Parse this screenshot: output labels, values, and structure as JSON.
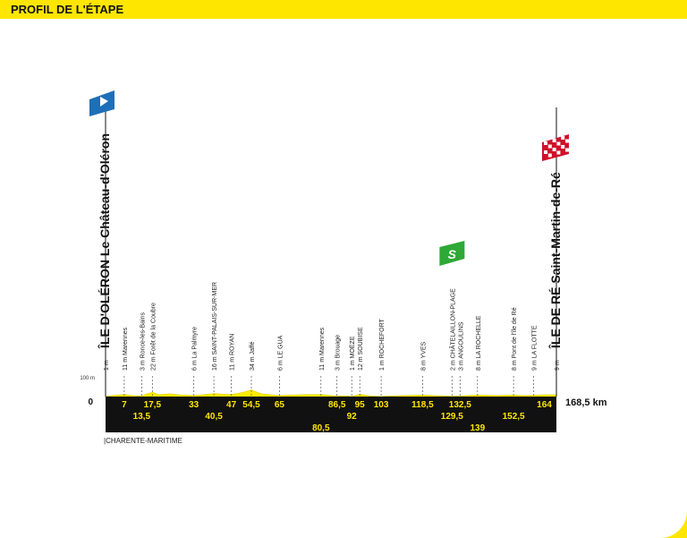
{
  "header": {
    "title": "PROFIL DE L'ÉTAPE"
  },
  "colors": {
    "accent_yellow": "#ffe600",
    "profile_fill": "#ffee00",
    "band": "#111111",
    "start_flag": "#1d6fb8",
    "sprint_flag": "#2ea836",
    "finish_flag": "#d0102a",
    "text": "#111111"
  },
  "chart_data": {
    "type": "area",
    "title": "",
    "xlabel": "",
    "ylabel": "",
    "xlim": [
      0,
      168.5
    ],
    "ylim": [
      0,
      100
    ],
    "y_tick_labels": [
      "0",
      "100 m"
    ],
    "distance_label": "168,5 km",
    "region_label": "|CHARENTE-MARITIME",
    "series": [
      {
        "x": [
          0,
          3,
          7,
          10,
          13.5,
          15,
          17.5,
          20,
          24,
          28,
          33,
          37,
          40.5,
          44,
          47,
          51,
          54.5,
          58,
          62,
          65,
          70,
          75,
          80.5,
          84,
          86.5,
          90,
          92,
          95,
          99,
          103,
          108,
          113,
          118.5,
          123,
          126,
          129.5,
          132.5,
          136,
          139,
          143,
          147,
          152.5,
          156,
          160,
          164,
          168.5
        ],
        "y": [
          1,
          6,
          11,
          5,
          3,
          12,
          22,
          10,
          14,
          8,
          6,
          10,
          16,
          12,
          11,
          20,
          34,
          15,
          9,
          6,
          8,
          10,
          11,
          6,
          3,
          4,
          1,
          12,
          3,
          1,
          4,
          6,
          8,
          5,
          4,
          2,
          3,
          6,
          8,
          7,
          6,
          8,
          5,
          7,
          9,
          9
        ]
      }
    ],
    "places": [
      {
        "km": 0,
        "label": "1 m",
        "name": "ÎLE D'OLÉRON",
        "name2": "Le Château-d'Oléron",
        "type": "start"
      },
      {
        "km": 7,
        "label": "11 m Marennes"
      },
      {
        "km": 13.5,
        "label": "3 m Ronce-les-Bains"
      },
      {
        "km": 17.5,
        "label": "22 m Forêt de la Coubre"
      },
      {
        "km": 33,
        "label": "6 m La Palmyre"
      },
      {
        "km": 40.5,
        "label": "16 m SAINT-PALAIS-SUR-MER"
      },
      {
        "km": 47,
        "label": "11 m ROYAN"
      },
      {
        "km": 54.5,
        "label": "34 m Jaffé"
      },
      {
        "km": 65,
        "label": "6 m LE GUA"
      },
      {
        "km": 80.5,
        "label": "11 m Marennes"
      },
      {
        "km": 86.5,
        "label": "3 m Brouage"
      },
      {
        "km": 92,
        "label": "1 m MOËZE"
      },
      {
        "km": 95,
        "label": "12 m SOUBISE"
      },
      {
        "km": 103,
        "label": "1 m ROCHEFORT"
      },
      {
        "km": 118.5,
        "label": "8 m YVES"
      },
      {
        "km": 129.5,
        "label": "2 m CHÂTELAILLON-PLAGE"
      },
      {
        "km": 132.5,
        "label": "3 m ANGOULINS"
      },
      {
        "km": 139,
        "label": "8 m LA ROCHELLE"
      },
      {
        "km": 152.5,
        "label": "8 m Pont de l'île de Ré"
      },
      {
        "km": 160,
        "label": "9 m LA FLOTTE"
      },
      {
        "km": 168.5,
        "label": "9 m",
        "name": "ÎLE DE RÉ",
        "name2": "Saint-Martin-de-Ré",
        "type": "finish"
      }
    ],
    "km_labels": [
      {
        "km": 7,
        "text": "7",
        "row": 1
      },
      {
        "km": 13.5,
        "text": "13,5",
        "row": 2
      },
      {
        "km": 17.5,
        "text": "17,5",
        "row": 1
      },
      {
        "km": 33,
        "text": "33",
        "row": 1
      },
      {
        "km": 40.5,
        "text": "40,5",
        "row": 2
      },
      {
        "km": 47,
        "text": "47",
        "row": 1
      },
      {
        "km": 54.5,
        "text": "54,5",
        "row": 1
      },
      {
        "km": 65,
        "text": "65",
        "row": 1
      },
      {
        "km": 80.5,
        "text": "80,5",
        "row": 3
      },
      {
        "km": 86.5,
        "text": "86,5",
        "row": 1
      },
      {
        "km": 92,
        "text": "92",
        "row": 2
      },
      {
        "km": 95,
        "text": "95",
        "row": 1
      },
      {
        "km": 103,
        "text": "103",
        "row": 1
      },
      {
        "km": 118.5,
        "text": "118,5",
        "row": 1
      },
      {
        "km": 129.5,
        "text": "129,5",
        "row": 2
      },
      {
        "km": 132.5,
        "text": "132,5",
        "row": 1
      },
      {
        "km": 139,
        "text": "139",
        "row": 3
      },
      {
        "km": 152.5,
        "text": "152,5",
        "row": 2
      },
      {
        "km": 164,
        "text": "164",
        "row": 1
      }
    ],
    "sprint": {
      "km": 129.5,
      "label": "S"
    }
  }
}
